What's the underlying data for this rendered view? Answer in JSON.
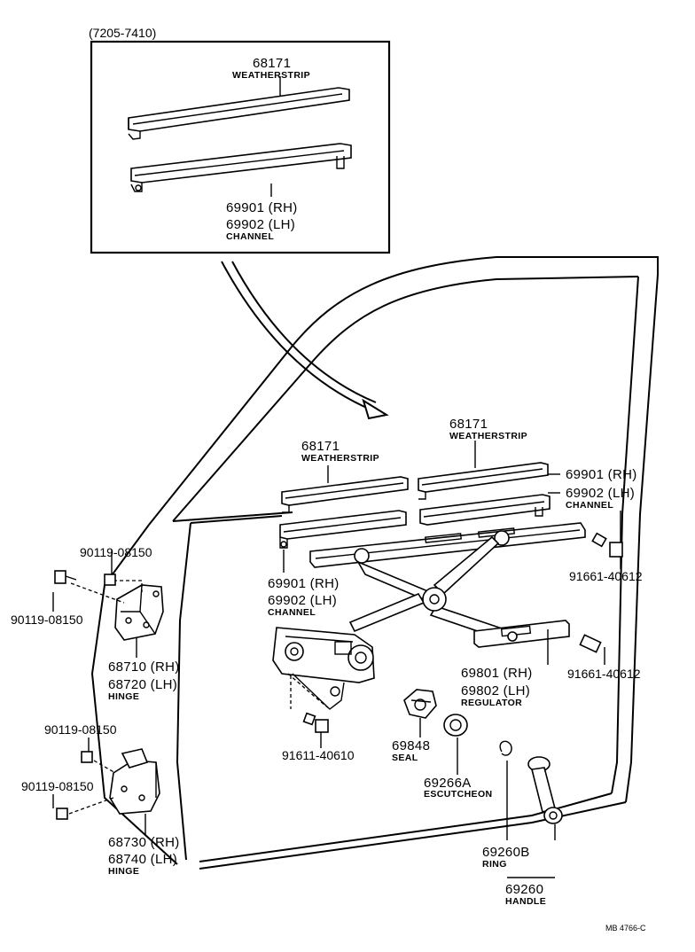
{
  "inset": {
    "title": "(7205-7410)",
    "weatherstrip_num": "68171",
    "weatherstrip_cap": "WEATHERSTRIP",
    "channel_rh": "69901 (RH)",
    "channel_lh": "69902 (LH)",
    "channel_cap": "CHANNEL"
  },
  "labels": {
    "ws_mid_num": "68171",
    "ws_mid_cap": "WEATHERSTRIP",
    "ws_right_num": "68171",
    "ws_right_cap": "WEATHERSTRIP",
    "ch_right_rh": "69901 (RH)",
    "ch_right_lh": "69902 (LH)",
    "ch_right_cap": "CHANNEL",
    "ch_left_rh": "69901 (RH)",
    "ch_left_lh": "69902 (LH)",
    "ch_left_cap": "CHANNEL",
    "bolt_a": "90119-08150",
    "bolt_b": "90119-08150",
    "bolt_c": "90119-08150",
    "bolt_d": "90119-08150",
    "hinge_up_rh": "68710 (RH)",
    "hinge_up_lh": "68720 (LH)",
    "hinge_up_cap": "HINGE",
    "hinge_lo_rh": "68730 (RH)",
    "hinge_lo_lh": "68740 (LH)",
    "hinge_lo_cap": "HINGE",
    "screw_a": "91661-40612",
    "screw_b": "91661-40612",
    "screw_c": "91611-40610",
    "reg_rh": "69801 (RH)",
    "reg_lh": "69802 (LH)",
    "reg_cap": "REGULATOR",
    "seal_num": "69848",
    "seal_cap": "SEAL",
    "esc_num": "69266A",
    "esc_cap": "ESCUTCHEON",
    "ring_num": "69260B",
    "ring_cap": "RING",
    "handle_num": "69260",
    "handle_cap": "HANDLE",
    "ref_code": "MB 4766-C"
  }
}
